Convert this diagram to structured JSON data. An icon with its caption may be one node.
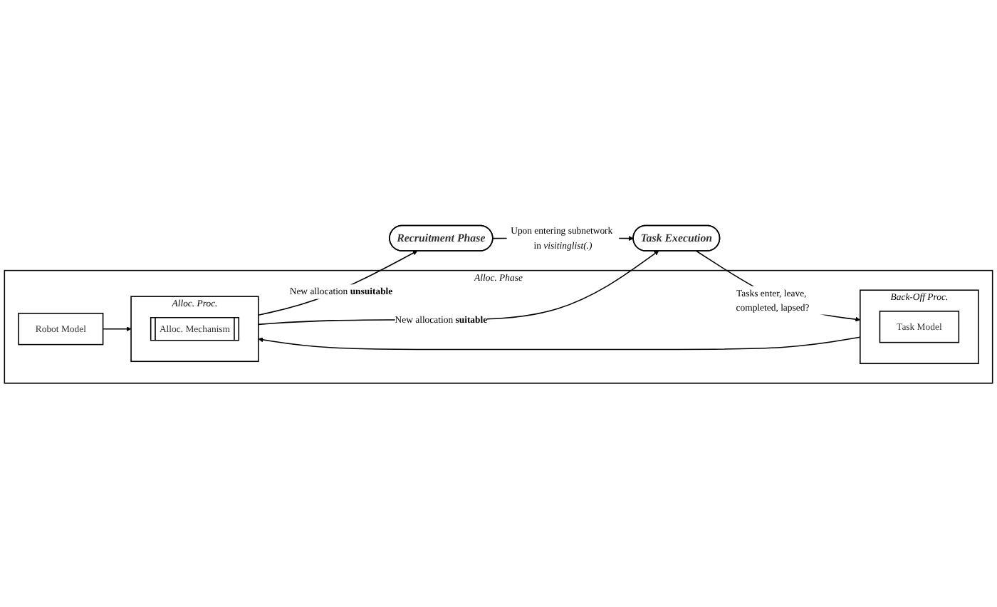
{
  "diagram": {
    "nodes": [
      {
        "text": [
          "Task Execution"
        ]
      },
      {
        "text": [
          "Alloc. Phase"
        ]
      },
      {
        "text": [
          "Back-Off Proc."
        ],
        "in": 1
      },
      {
        "text": [
          "Task Model"
        ],
        "in": 2
      },
      {
        "text": [
          "Robot Model"
        ],
        "in": 1
      },
      {
        "text": [
          "Alloc. Proc."
        ],
        "in": 1
      },
      {
        "text": [
          "Alloc. Mechanism"
        ],
        "in": 5
      },
      {
        "text": [
          "Recruitment Phase"
        ]
      }
    ],
    "edges": [
      {
        "from": 0,
        "to": 2,
        "arrow": "to",
        "label": "Tasks enter, leave, completed, lapsed?"
      },
      {
        "from": 2,
        "to": 5,
        "arrow": "to"
      },
      {
        "from": 4,
        "to": 5,
        "arrow": "to"
      },
      {
        "from": 5,
        "to": 0,
        "arrow": "to",
        "label": "New allocation **suitable**"
      },
      {
        "from": 5,
        "to": 7,
        "arrow": "to",
        "label": "New allocation **unsuitable**"
      },
      {
        "from": 7,
        "to": 0,
        "arrow": "to",
        "label": "Upon entering subnetwork in *visitinglist(.)*"
      }
    ]
  }
}
